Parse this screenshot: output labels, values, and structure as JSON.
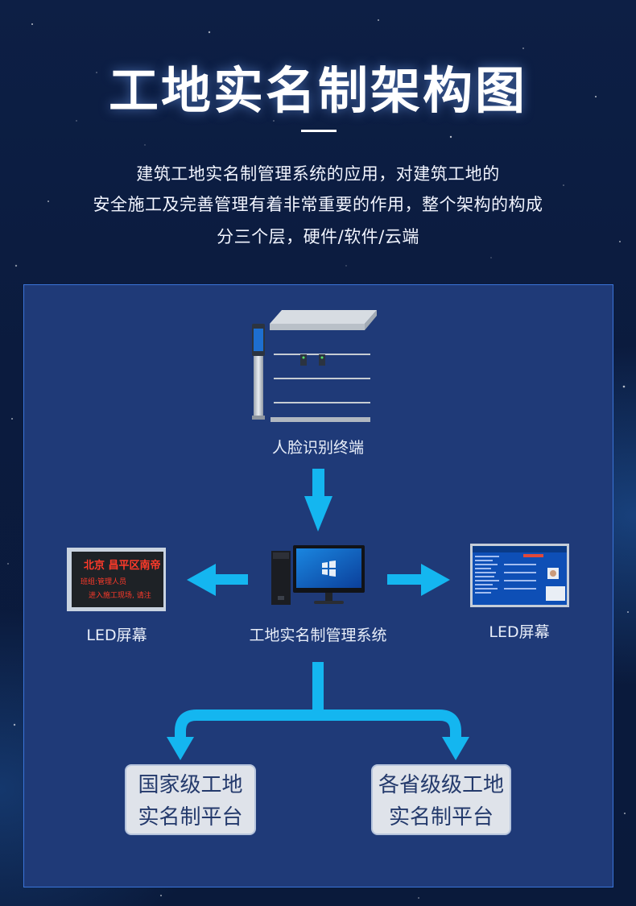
{
  "header": {
    "title": "工地实名制架构图",
    "intro_lines": [
      "建筑工地实名制管理系统的应用，对建筑工地的",
      "安全施工及完善管理有着非常重要的作用，整个架构的构成",
      "分三个层，硬件/软件/云端"
    ]
  },
  "diagram": {
    "face_terminal": {
      "label": "人脸识别终端",
      "icon": "face-recognition-turnstile-icon"
    },
    "system": {
      "label": "工地实名制管理系统",
      "icon": "desktop-computer-icon"
    },
    "led_left": {
      "label": "LED屏幕",
      "icon": "led-sign-icon",
      "screen_lines": [
        "北京 昌平区南帝",
        "班组:管理人员",
        "进入施工现场, 请注"
      ]
    },
    "led_right": {
      "label": "LED屏幕",
      "icon": "dashboard-screen-icon"
    },
    "platform_national": {
      "line1": "国家级工地",
      "line2": "实名制平台"
    },
    "platform_province": {
      "line1": "各省级级工地",
      "line2": "实名制平台"
    }
  },
  "colors": {
    "arrow": "#14b6f0",
    "panel": "#1f3a78",
    "panel_border": "#3a74d8",
    "platform_bg": "#dfe3ea",
    "platform_text": "#243a6c"
  }
}
